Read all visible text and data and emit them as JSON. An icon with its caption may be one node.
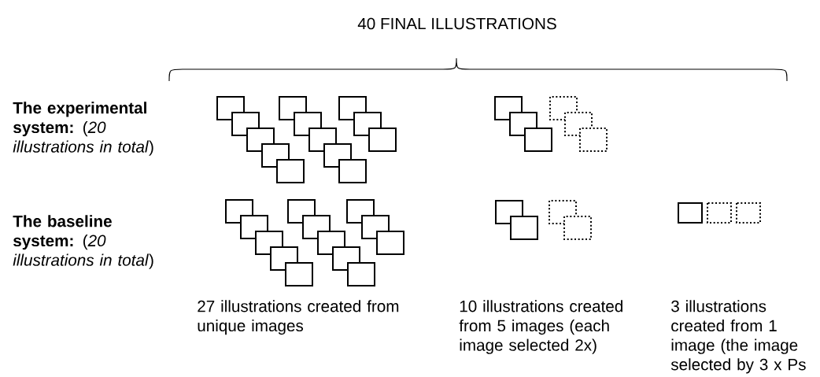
{
  "diagram": {
    "title": "40 FINAL ILLUSTRATIONS",
    "labels": [
      "**The experimental system:** (*20 illustrations in total*)",
      "**The baseline system:** (*20 illustrations in total*)",
      "27 illustrations created from unique images",
      "10 illustrations created from 5 images (each image selected 2x)",
      "3 illustrations created from 1 image (the image selected by 3 x Ps"
    ]
  }
}
